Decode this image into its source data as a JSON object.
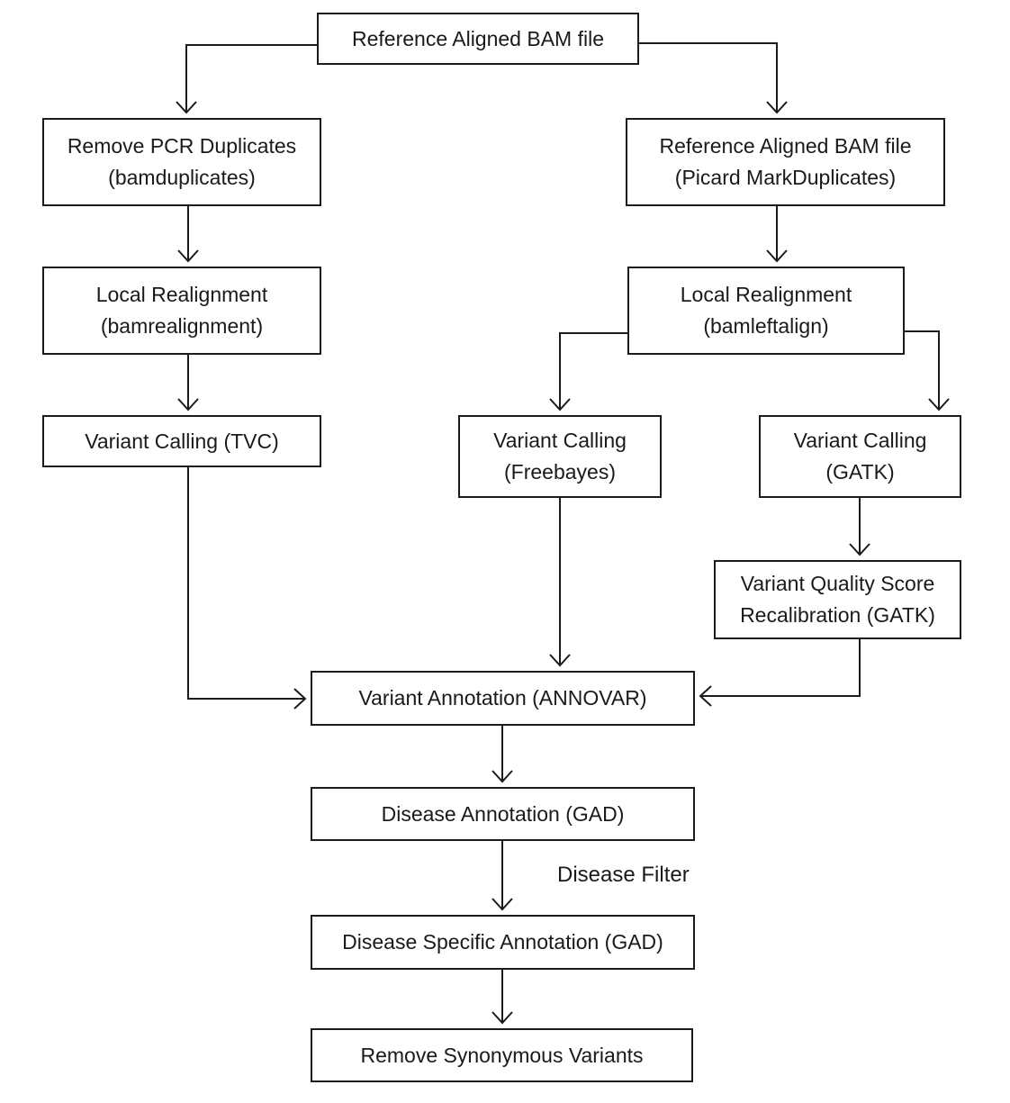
{
  "diagram": {
    "nodes": {
      "ref_bam": {
        "label": "Reference Aligned BAM file"
      },
      "remove_pcr": {
        "label": "Remove PCR Duplicates\n(bamduplicates)"
      },
      "local_realign": {
        "label": "Local Realignment\n(bamrealignment)"
      },
      "tvc": {
        "label": "Variant Calling (TVC)"
      },
      "picard": {
        "label": "Reference Aligned BAM file\n(Picard MarkDuplicates)"
      },
      "bamleftalign": {
        "label": "Local Realignment\n(bamleftalign)"
      },
      "freebayes": {
        "label": "Variant Calling\n(Freebayes)"
      },
      "gatk": {
        "label": "Variant Calling\n(GATK)"
      },
      "vqsr": {
        "label": "Variant Quality Score\nRecalibration (GATK)"
      },
      "annovar": {
        "label": "Variant Annotation (ANNOVAR)"
      },
      "gad": {
        "label": "Disease Annotation (GAD)"
      },
      "dsa": {
        "label": "Disease Specific Annotation (GAD)"
      },
      "rsv": {
        "label": "Remove Synonymous Variants"
      }
    },
    "edge_labels": {
      "disease_filter": "Disease Filter"
    },
    "edges": [
      {
        "from": "ref_bam",
        "to": "remove_pcr"
      },
      {
        "from": "ref_bam",
        "to": "picard"
      },
      {
        "from": "remove_pcr",
        "to": "local_realign"
      },
      {
        "from": "local_realign",
        "to": "tvc"
      },
      {
        "from": "tvc",
        "to": "annovar"
      },
      {
        "from": "picard",
        "to": "bamleftalign"
      },
      {
        "from": "bamleftalign",
        "to": "freebayes"
      },
      {
        "from": "bamleftalign",
        "to": "gatk"
      },
      {
        "from": "freebayes",
        "to": "annovar"
      },
      {
        "from": "gatk",
        "to": "vqsr"
      },
      {
        "from": "vqsr",
        "to": "annovar"
      },
      {
        "from": "annovar",
        "to": "gad"
      },
      {
        "from": "gad",
        "to": "dsa",
        "label": "Disease Filter"
      },
      {
        "from": "dsa",
        "to": "rsv"
      }
    ],
    "colors": {
      "background": "#ffffff",
      "line": "#1b1b1b",
      "text": "#1a1a1a"
    }
  }
}
